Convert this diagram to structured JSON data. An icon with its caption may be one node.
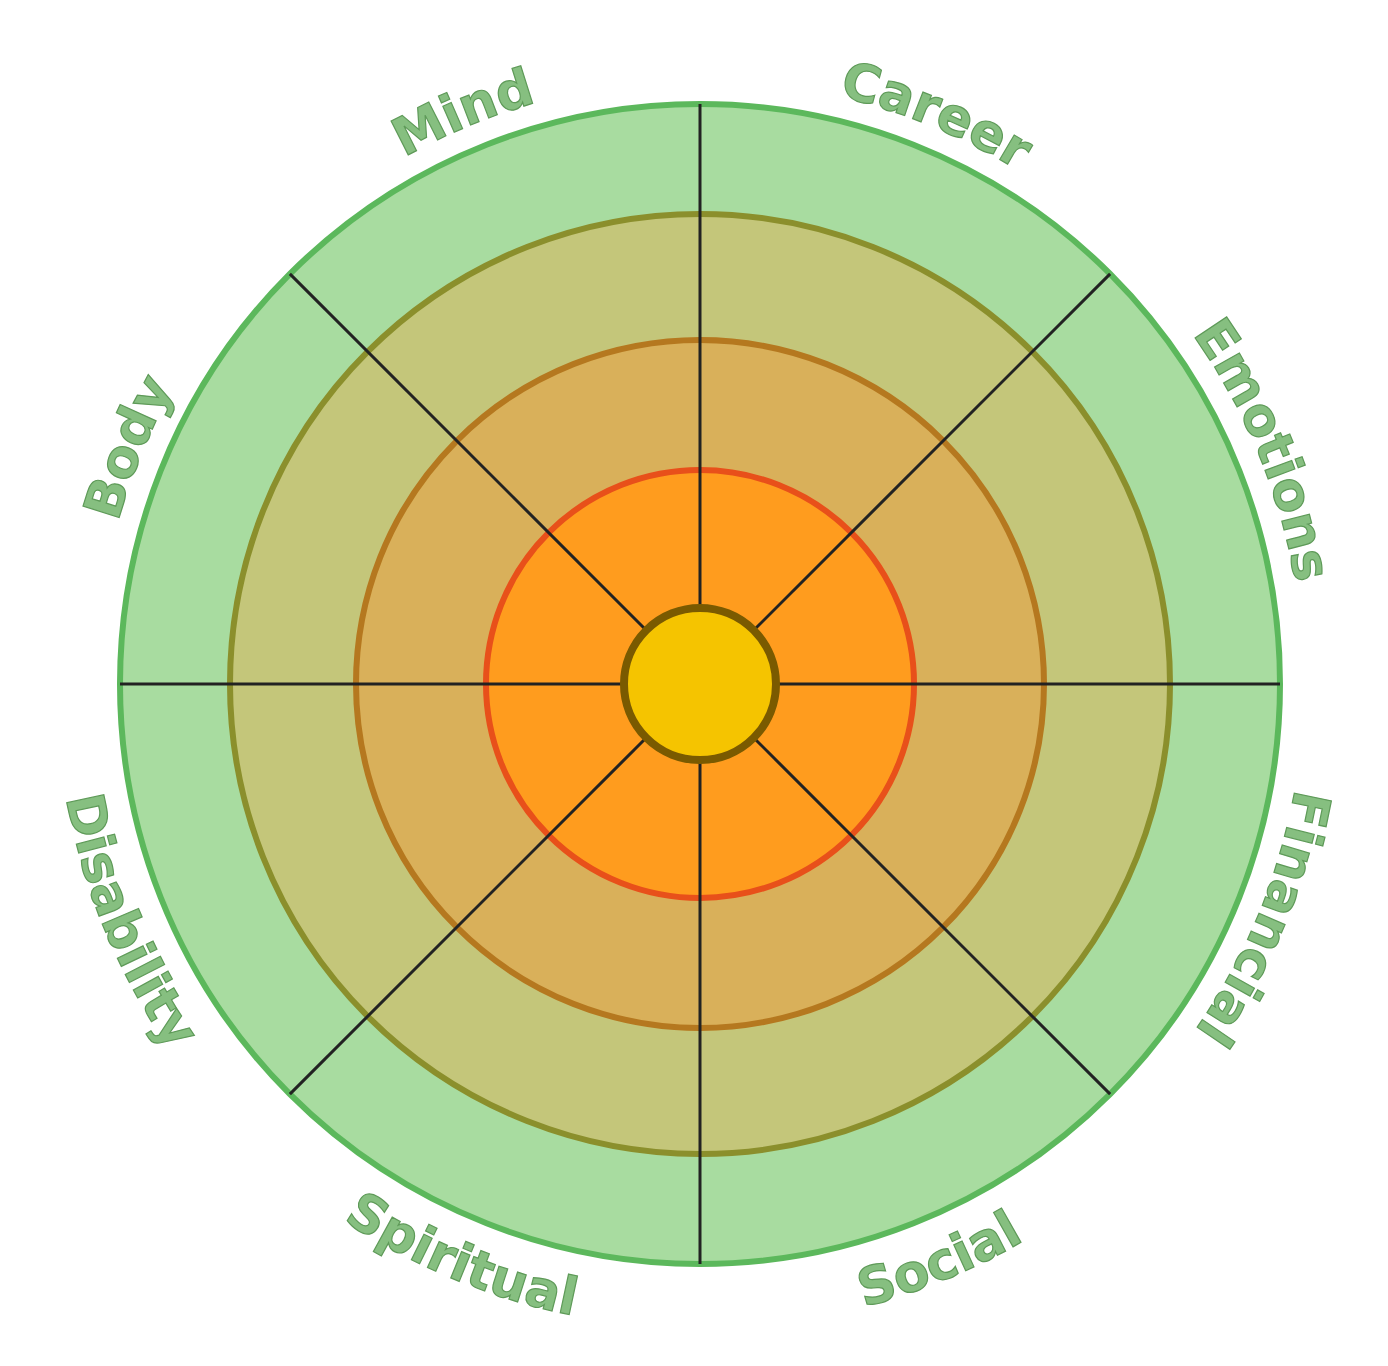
{
  "diagram": {
    "labels": [
      "Mind",
      "Career",
      "Body",
      "Emotions",
      "Disability",
      "Financial",
      "Spiritual",
      "Social"
    ]
  }
}
